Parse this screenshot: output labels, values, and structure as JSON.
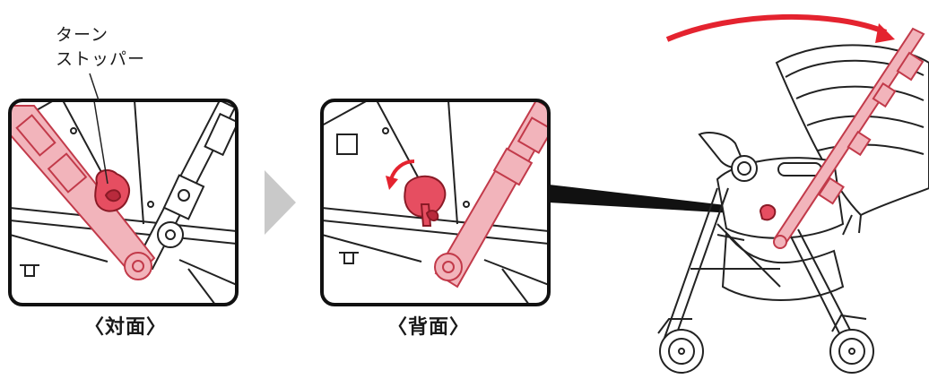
{
  "callout": {
    "line1": "ターン",
    "line2": "ストッパー"
  },
  "panels": {
    "facing": {
      "caption": "〈対面〉"
    },
    "rear": {
      "caption": "〈背面〉"
    }
  },
  "colors": {
    "handle_fill": "#f2b4bb",
    "handle_stroke": "#c23a4a",
    "stopper_fill": "#e64e61",
    "arrow_red": "#e4232f",
    "step_arrow": "#c9c9c9",
    "line": "#222222"
  }
}
